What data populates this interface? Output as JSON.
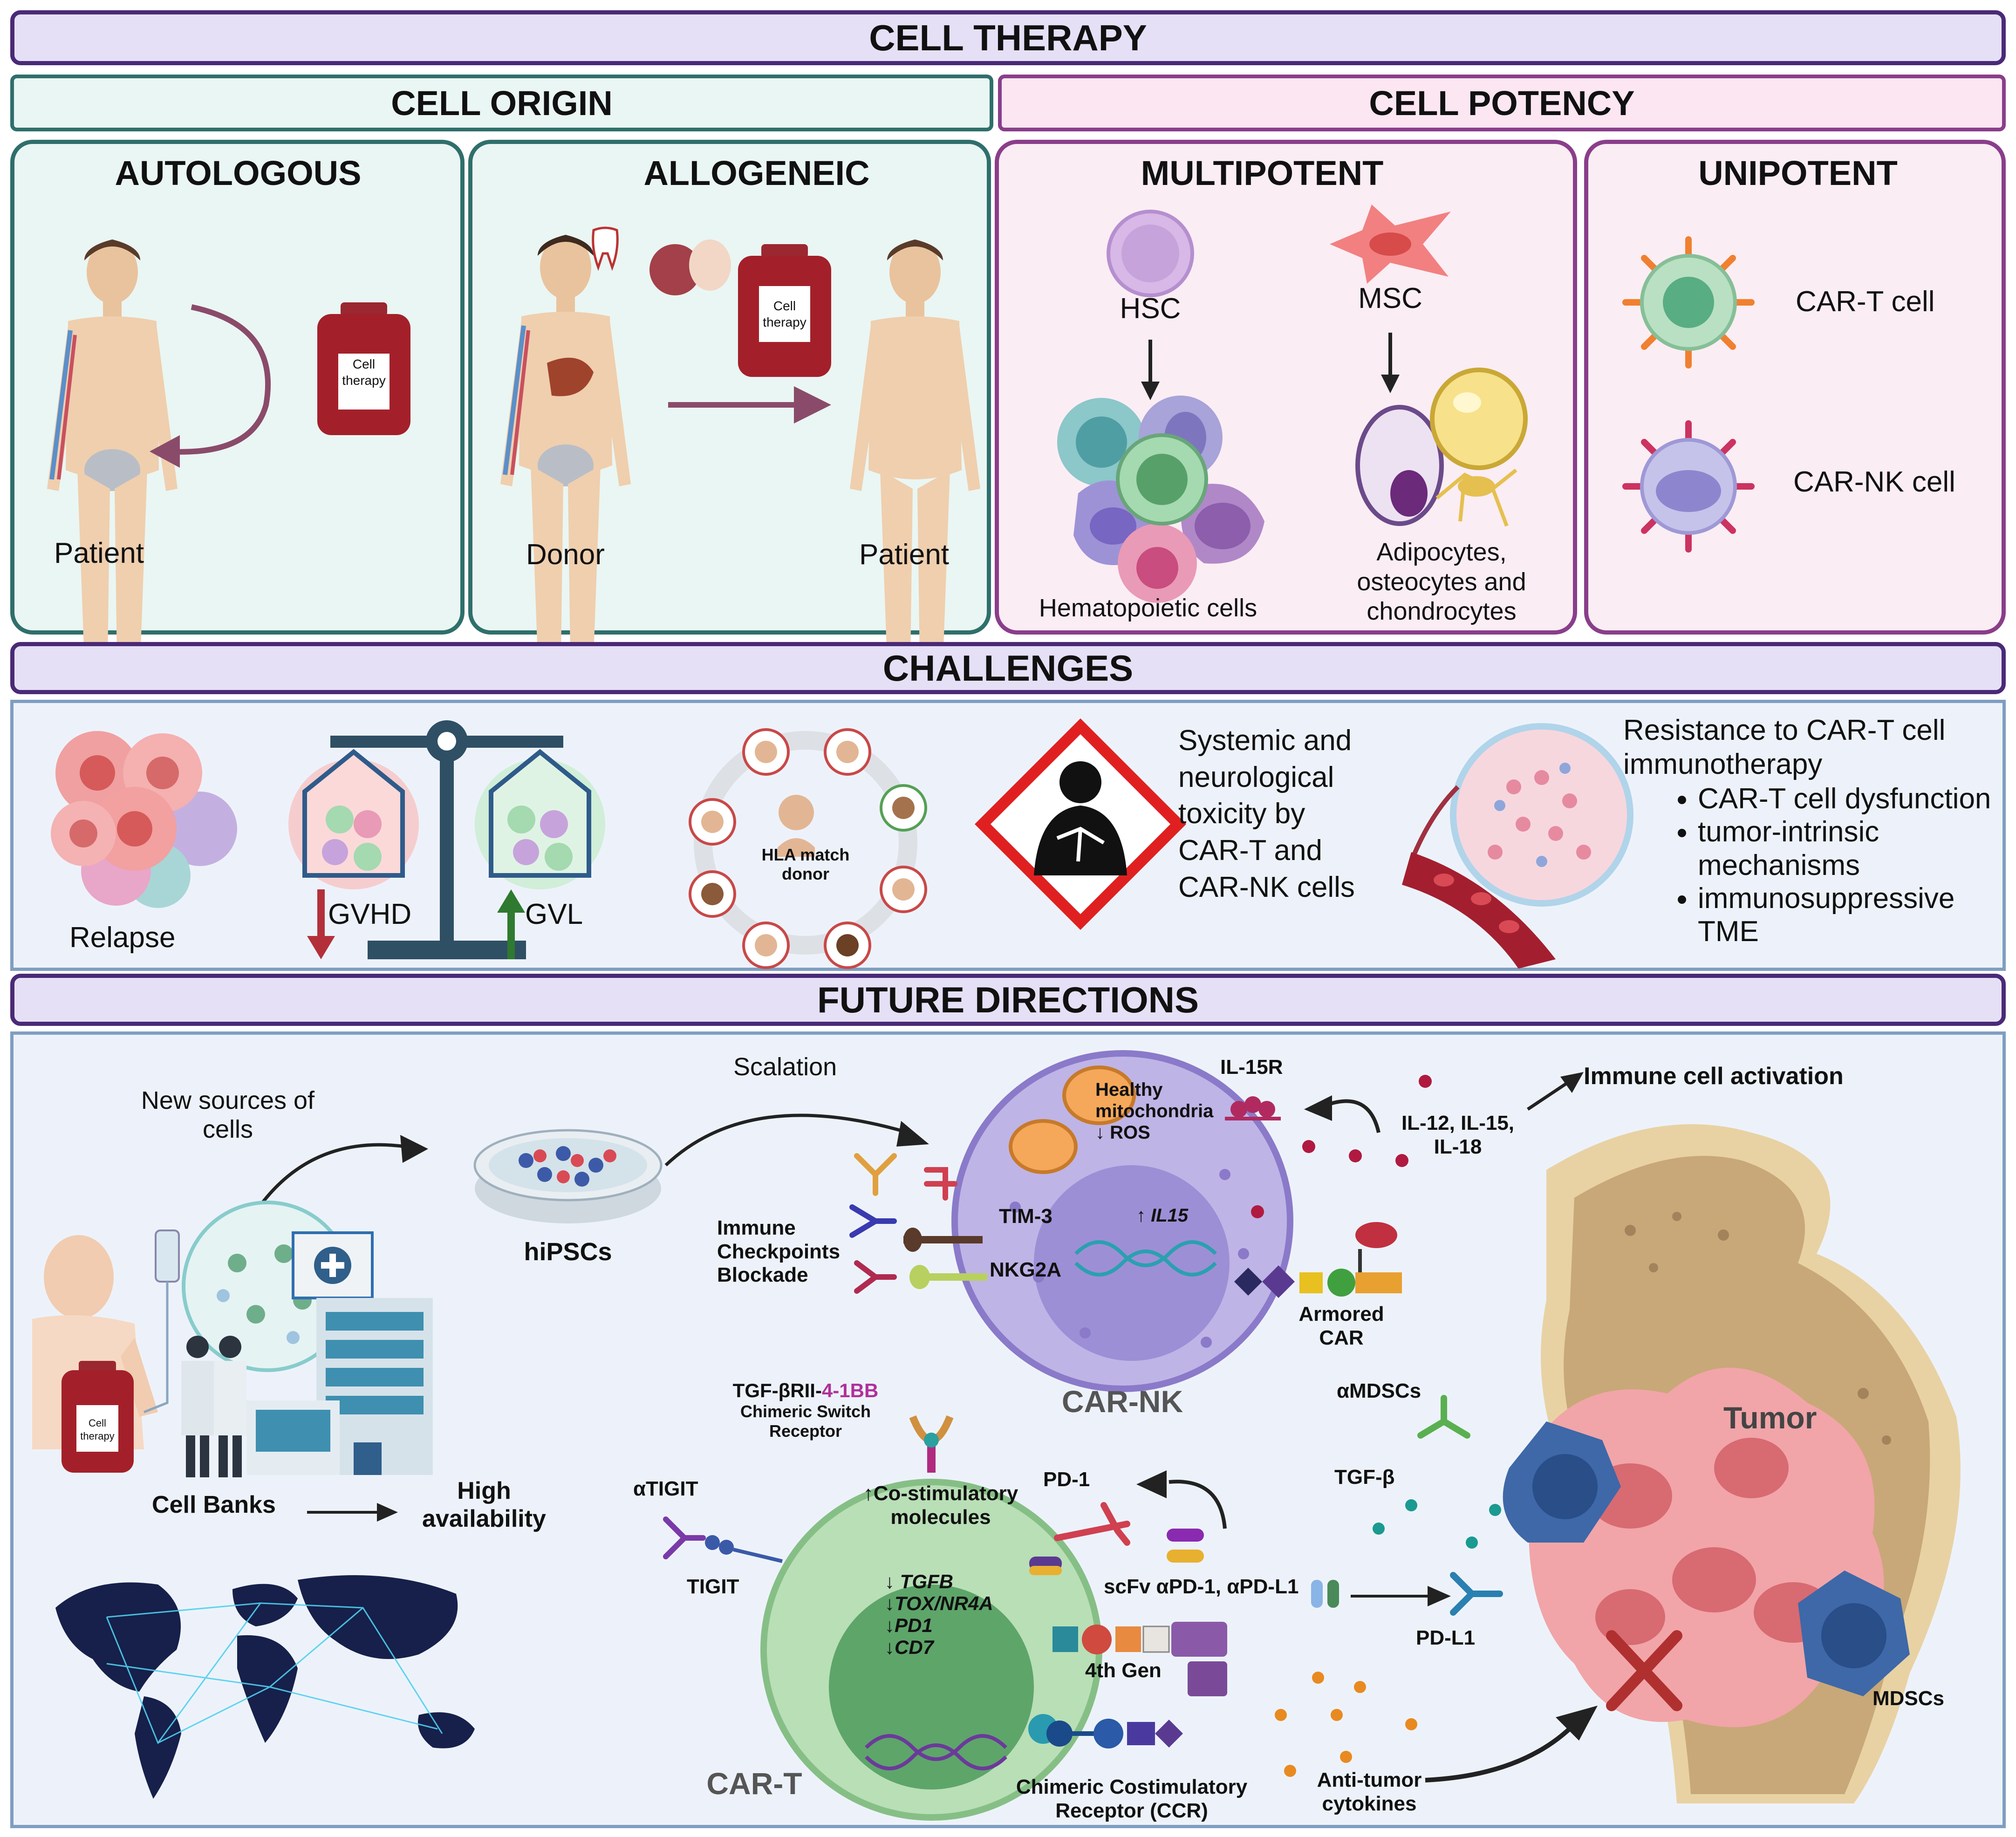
{
  "header": {
    "title": "CELL THERAPY"
  },
  "origin": {
    "title": "CELL ORIGIN",
    "autologous": {
      "title": "AUTOLOGOUS",
      "patient": "Patient",
      "bag_line1": "Cell",
      "bag_line2": "therapy"
    },
    "allogeneic": {
      "title": "ALLOGENEIC",
      "donor": "Donor",
      "patient": "Patient",
      "bag_line1": "Cell",
      "bag_line2": "therapy"
    }
  },
  "potency": {
    "title": "CELL POTENCY",
    "multipotent": {
      "title": "MULTIPOTENT",
      "hsc": "HSC",
      "msc": "MSC",
      "hematopoietic": "Hematopoietic cells",
      "adipo_l1": "Adipocytes,",
      "adipo_l2": "osteocytes and",
      "adipo_l3": "chondrocytes"
    },
    "unipotent": {
      "title": "UNIPOTENT",
      "cart": "CAR-T cell",
      "carnk": "CAR-NK cell"
    }
  },
  "challenges": {
    "title": "CHALLENGES",
    "relapse": "Relapse",
    "gvhd": "GVHD",
    "gvl": "GVL",
    "hla_l1": "HLA match",
    "hla_l2": "donor",
    "toxicity_l1": "Systemic and",
    "toxicity_l2": "neurological",
    "toxicity_l3": "toxicity by",
    "toxicity_l4": "CAR-T and",
    "toxicity_l5": "CAR-NK cells",
    "resistance_l1": "Resistance to CAR-T cell",
    "resistance_l2": "immunotherapy",
    "bullets": [
      "CAR-T cell dysfunction",
      "tumor-intrinsic mechanisms",
      "immunosuppressive TME"
    ]
  },
  "future": {
    "title": "FUTURE DIRECTIONS",
    "new_sources_l1": "New sources of",
    "new_sources_l2": "cells",
    "scalation": "Scalation",
    "hipscs": "hiPSCs",
    "bag_line1": "Cell",
    "bag_line2": "therapy",
    "cell_banks": "Cell Banks",
    "high_l1": "High",
    "high_l2": "availability",
    "icb_l1": "Immune",
    "icb_l2": "Checkpoints",
    "icb_l3": "Blockade",
    "tim3": "TIM-3",
    "nkg2a": "NKG2A",
    "il15r": "IL-15R",
    "healthy_l1": "Healthy",
    "healthy_l2": "mitochondria",
    "ros": "↓ ROS",
    "il15": "IL15",
    "armored_l1": "Armored",
    "armored_l2": "CAR",
    "carnk": "CAR-NK",
    "cytokines_l1": "IL-12, IL-15,",
    "cytokines_l2": "IL-18",
    "immune_activation": "Immune cell activation",
    "tgf_switch_a": "TGF-βRII-",
    "tgf_switch_b": "4-1BB",
    "switch_l2": "Chimeric Switch",
    "switch_l3": "Receptor",
    "atigit": "αTIGIT",
    "tigit": "TIGIT",
    "costim_l1": "Co-stimulatory",
    "costim_l2": "molecules",
    "pd1": "PD-1",
    "tgfb_gene": "TGFB",
    "tox_gene": "TOX/NR4A",
    "pd1_gene": "PD1",
    "cd7_gene": "CD7",
    "fourth_gen": "4th Gen",
    "ccr_l1": "Chimeric Costimulatory",
    "ccr_l2": "Receptor (CCR)",
    "cart": "CAR-T",
    "scfv": "scFv αPD-1, αPD-L1",
    "pdl1": "PD-L1",
    "amdscs": "αMDSCs",
    "tgfb": "TGF-β",
    "tumor": "Tumor",
    "mdscs": "MDSCs",
    "antitumor_l1": "Anti-tumor",
    "antitumor_l2": "cytokines"
  }
}
